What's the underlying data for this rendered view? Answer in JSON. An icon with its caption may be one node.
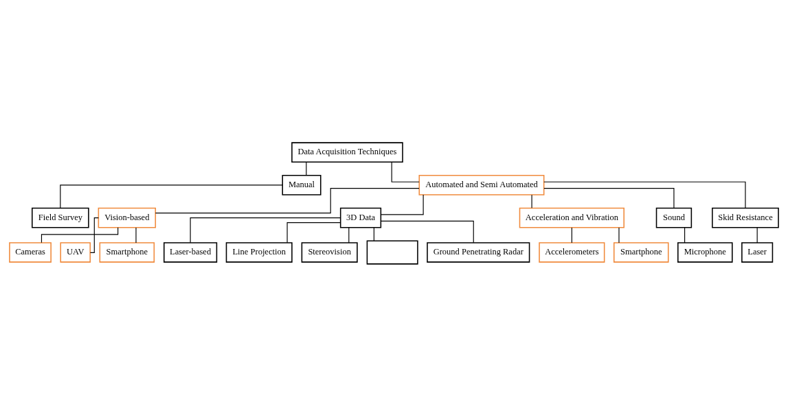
{
  "diagram": {
    "nodes": [
      {
        "text": [
          "Data Acquisition Techniques"
        ]
      },
      {
        "text": [
          "Manual"
        ]
      },
      {
        "text": [
          "Automated and Semi Automated"
        ]
      },
      {
        "text": [
          "Field Survey"
        ]
      },
      {
        "text": [
          "Vision-based"
        ]
      },
      {
        "text": [
          "3D Data"
        ]
      },
      {
        "text": [
          "Acceleration and Vibration"
        ]
      },
      {
        "text": [
          "Sound"
        ]
      },
      {
        "text": [
          "Skid Resistance"
        ]
      },
      {
        "text": [
          "Cameras"
        ]
      },
      {
        "text": [
          "Laser-based"
        ]
      },
      {
        "text": [
          "Line Projection"
        ]
      },
      {
        "text": [
          "Accelerometers"
        ]
      },
      {
        "text": [
          "Microphone"
        ]
      },
      {
        "text": [
          "Laser"
        ]
      },
      {
        "text": [
          "UAV"
        ]
      },
      {
        "text": [
          "Stereovision"
        ]
      },
      {
        "text": [],
        "shape": "box"
      },
      {
        "text": [
          "Smartphone"
        ]
      },
      {
        "text": [
          "Ground Penetrating Radar"
        ]
      },
      {
        "text": [
          "Smartphone"
        ]
      }
    ],
    "edges": [
      {
        "from": 0,
        "to": 1,
        "arrow": "none"
      },
      {
        "from": 0,
        "to": 2,
        "arrow": "none"
      },
      {
        "from": 1,
        "to": 3,
        "arrow": "none"
      },
      {
        "from": 2,
        "to": 4,
        "arrow": "none"
      },
      {
        "from": 2,
        "to": 5,
        "arrow": "none"
      },
      {
        "from": 2,
        "to": 6,
        "arrow": "none"
      },
      {
        "from": 2,
        "to": 7,
        "arrow": "none"
      },
      {
        "from": 2,
        "to": 8,
        "arrow": "none"
      },
      {
        "from": 4,
        "to": 9,
        "arrow": "none"
      },
      {
        "from": 4,
        "to": 15,
        "arrow": "none"
      },
      {
        "from": 4,
        "to": 18,
        "arrow": "none"
      },
      {
        "from": 5,
        "to": 10,
        "arrow": "none"
      },
      {
        "from": 5,
        "to": 11,
        "arrow": "none"
      },
      {
        "from": 5,
        "to": 16,
        "arrow": "none"
      },
      {
        "from": 5,
        "to": 17,
        "arrow": "none"
      },
      {
        "from": 5,
        "to": 19,
        "arrow": "none"
      },
      {
        "from": 6,
        "to": 12,
        "arrow": "none"
      },
      {
        "from": 6,
        "to": 20,
        "arrow": "none"
      },
      {
        "from": 7,
        "to": 13,
        "arrow": "none"
      },
      {
        "from": 8,
        "to": 14,
        "arrow": "none"
      }
    ]
  }
}
